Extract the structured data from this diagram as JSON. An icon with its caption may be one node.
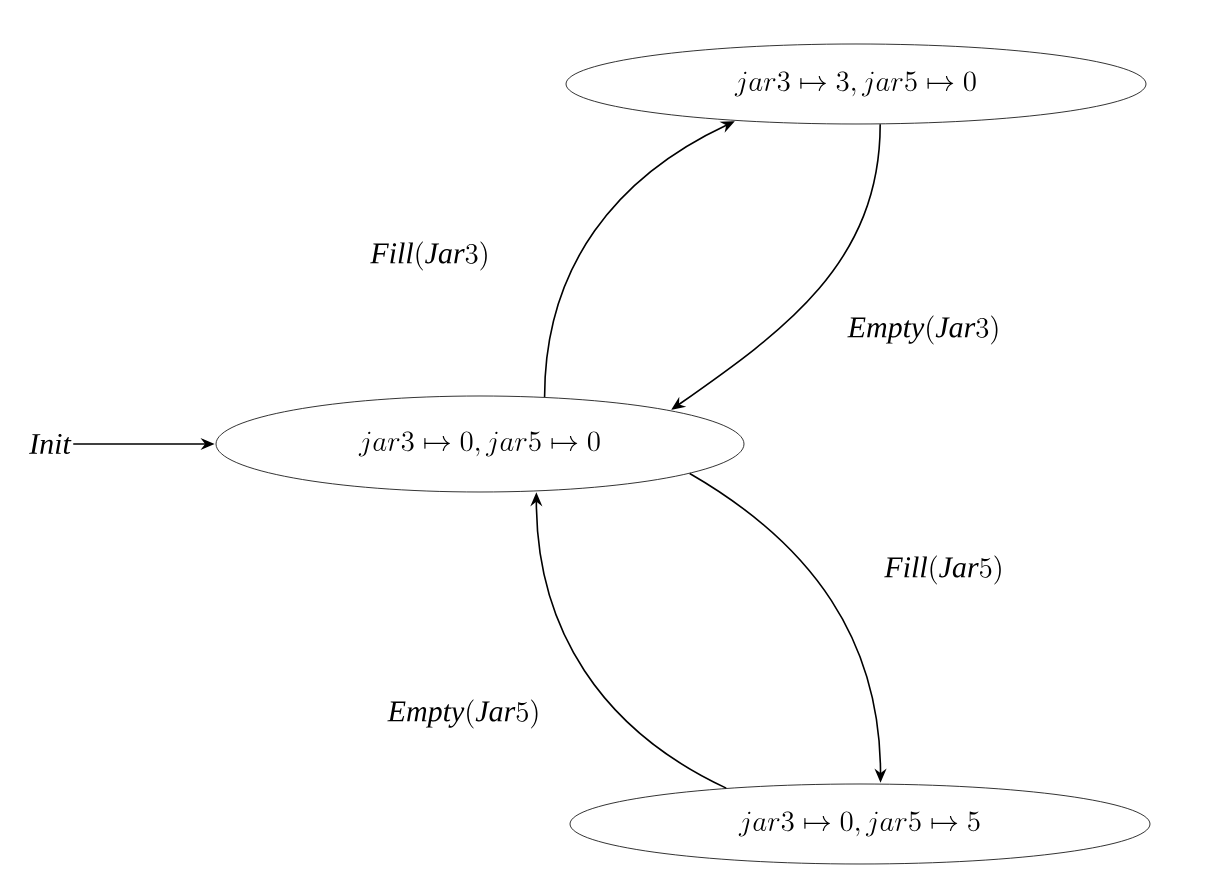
{
  "diagram": {
    "nodes": [
      {
        "text": [
          "jar3 \\mapsto 3, jar5 \\mapsto 0"
        ]
      },
      {
        "text": [
          "jar3 \\mapsto 0, jar5 \\mapsto 0"
        ]
      },
      {
        "text": [
          "jar3 \\mapsto 0, jar5 \\mapsto 5"
        ]
      },
      {
        "text": [
          "\\mathit{Init}"
        ]
      }
    ],
    "edges": [
      {
        "from": 3,
        "to": 1,
        "arrow": "to"
      },
      {
        "from": 1,
        "to": 0,
        "arrow": "to",
        "label": "\\mathit{Fill}(\\mathit{Jar}3)"
      },
      {
        "from": 0,
        "to": 1,
        "arrow": "to",
        "label": "\\mathit{Empty}(\\mathit{Jar}3)"
      },
      {
        "from": 1,
        "to": 2,
        "arrow": "to",
        "label": "\\mathit{Fill}(\\mathit{Jar}5)"
      },
      {
        "from": 2,
        "to": 1,
        "arrow": "to",
        "label": "\\mathit{Empty}(\\mathit{Jar}5)"
      }
    ]
  }
}
